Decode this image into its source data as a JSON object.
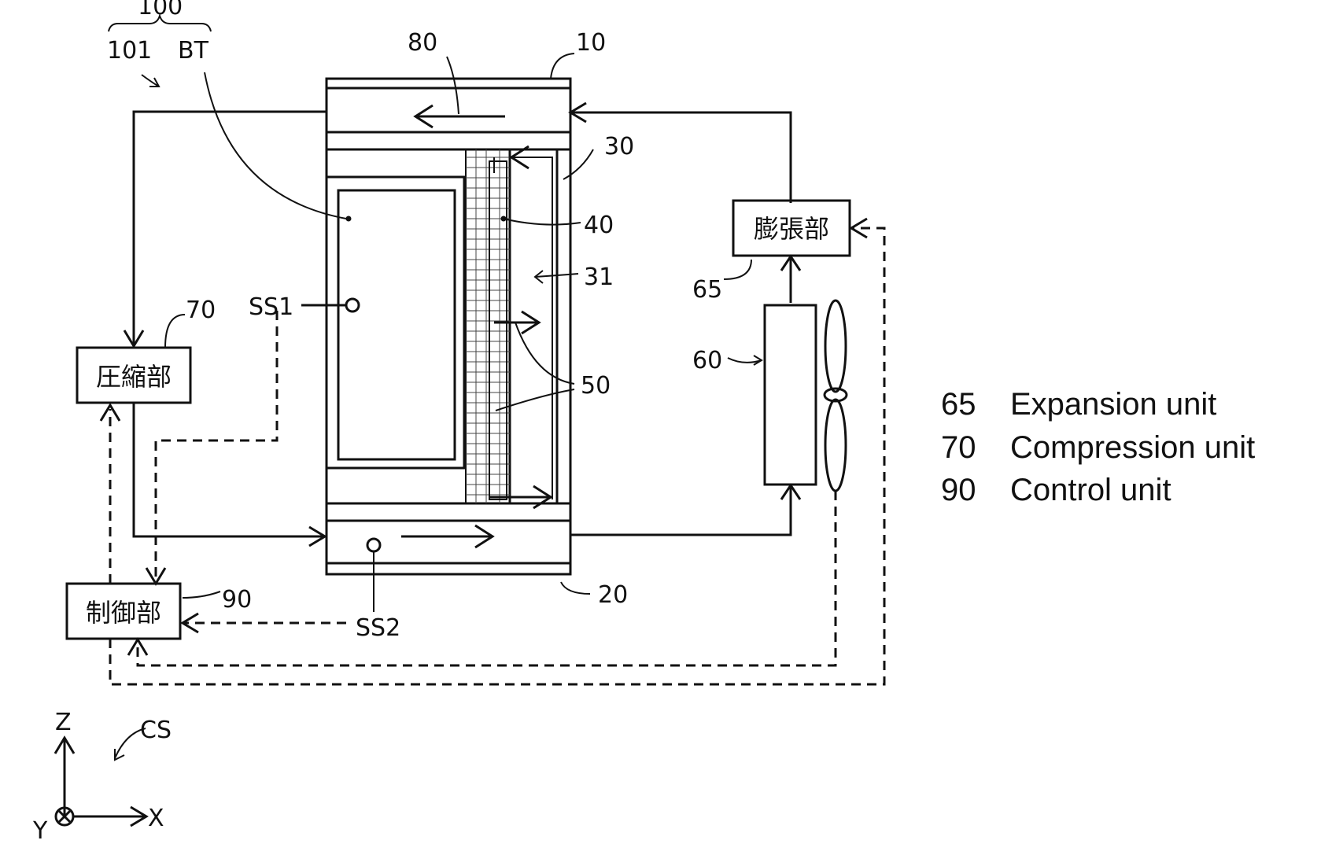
{
  "refs": {
    "r100": "100",
    "r101": "101",
    "bt": "BT",
    "r80": "80",
    "r10": "10",
    "r30": "30",
    "r40": "40",
    "r31": "31",
    "r50": "50",
    "r20": "20",
    "r65": "65",
    "r60": "60",
    "r70": "70",
    "r90": "90",
    "ss1": "SS1",
    "ss2": "SS2",
    "cs": "CS"
  },
  "boxes": {
    "expansion": "膨張部",
    "compression": "圧縮部",
    "control": "制御部"
  },
  "axes": {
    "z": "Z",
    "x": "X",
    "y": "Y"
  },
  "legend": [
    {
      "num": "65",
      "text": "Expansion unit"
    },
    {
      "num": "70",
      "text": "Compression unit"
    },
    {
      "num": "90",
      "text": "Control unit"
    }
  ]
}
